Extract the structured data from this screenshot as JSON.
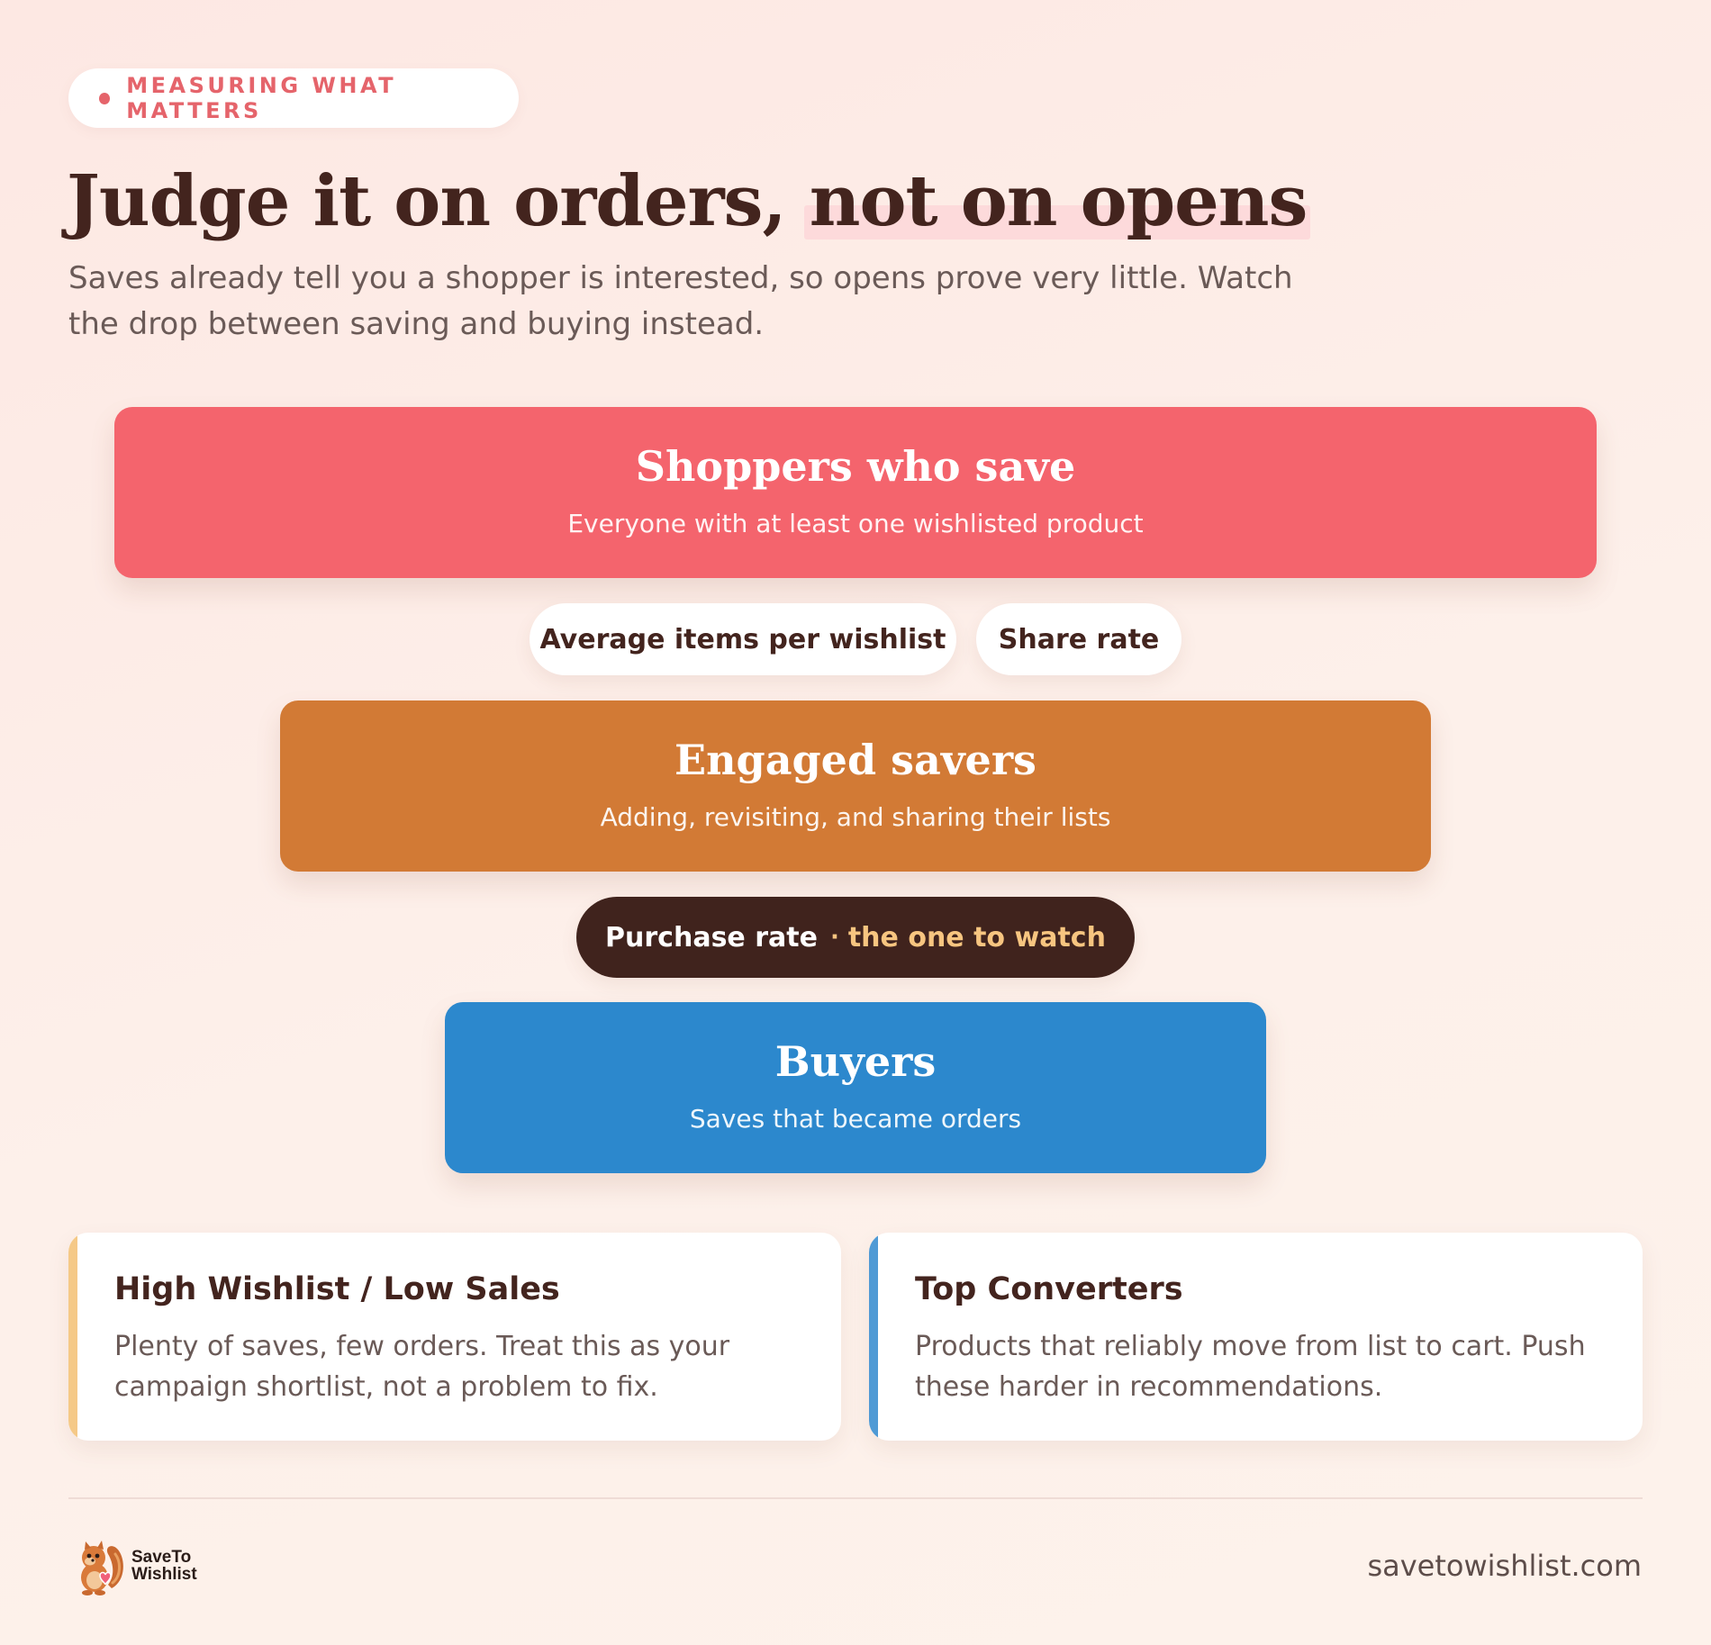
{
  "eyebrow": "MEASURING WHAT MATTERS",
  "headline": {
    "part1": "Judge it on orders,",
    "highlight": "not on opens"
  },
  "subtitle": "Saves already tell you a shopper is interested, so opens prove very little. Watch the drop between saving and buying instead.",
  "funnel": {
    "stages": [
      {
        "title": "Shoppers who save",
        "subtitle": "Everyone with at least one wishlisted product",
        "color": "#f4646d"
      },
      {
        "title": "Engaged savers",
        "subtitle": "Adding, revisiting, and sharing their lists",
        "color": "#d27a35"
      },
      {
        "title": "Buyers",
        "subtitle": "Saves that became orders",
        "color": "#2c88cd"
      }
    ],
    "metrics_1": [
      "Average items per wishlist",
      "Share rate"
    ],
    "metric_2": {
      "label": "Purchase rate",
      "separator": "·",
      "accent": "the one to watch"
    }
  },
  "cards": [
    {
      "title": "High Wishlist / Low Sales",
      "body": "Plenty of saves, few orders. Treat this as your campaign shortlist, not a problem to fix.",
      "accent_color": "#f5c987"
    },
    {
      "title": "Top Converters",
      "body": "Products that reliably move from list to cart. Push these harder in recommendations.",
      "accent_color": "#4f9ad5"
    }
  ],
  "footer": {
    "brand_line1": "SaveTo",
    "brand_line2": "Wishlist",
    "logo_icon": "squirrel-heart-icon",
    "site": "savetowishlist.com"
  }
}
